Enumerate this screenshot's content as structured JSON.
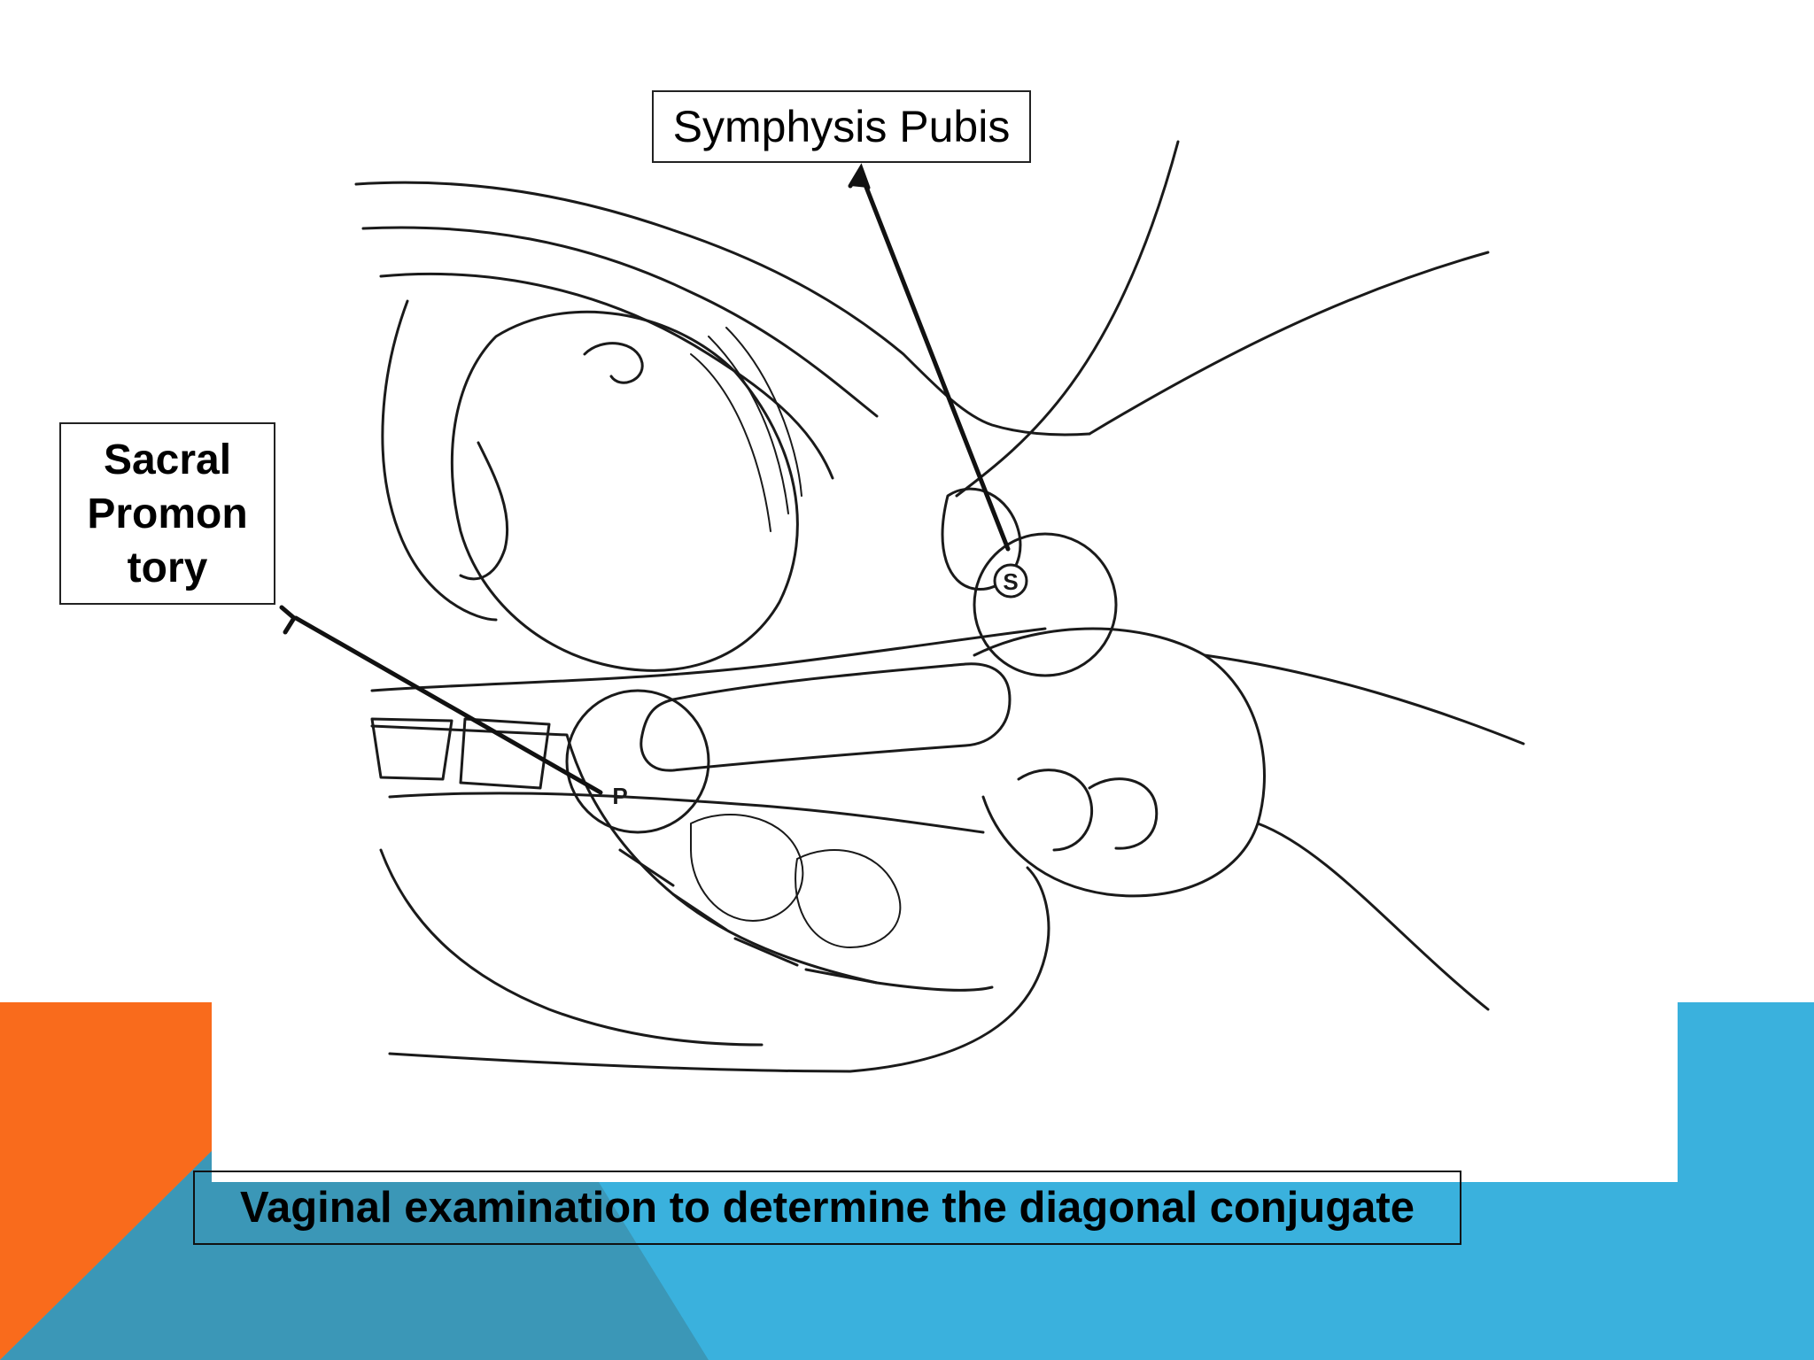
{
  "slide": {
    "colors": {
      "orange": "#f96b1c",
      "blue": "#3ab1dd",
      "teal_overlap": "#3b97b7",
      "background": "#ffffff",
      "ink": "#1a1a1a"
    }
  },
  "labels": {
    "symphysis_pubis": "Symphysis Pubis",
    "sacral_promontory": "Sacral Promon tory",
    "marker_s": "S",
    "marker_p": "P"
  },
  "caption": "Vaginal examination to determine the diagonal conjugate"
}
